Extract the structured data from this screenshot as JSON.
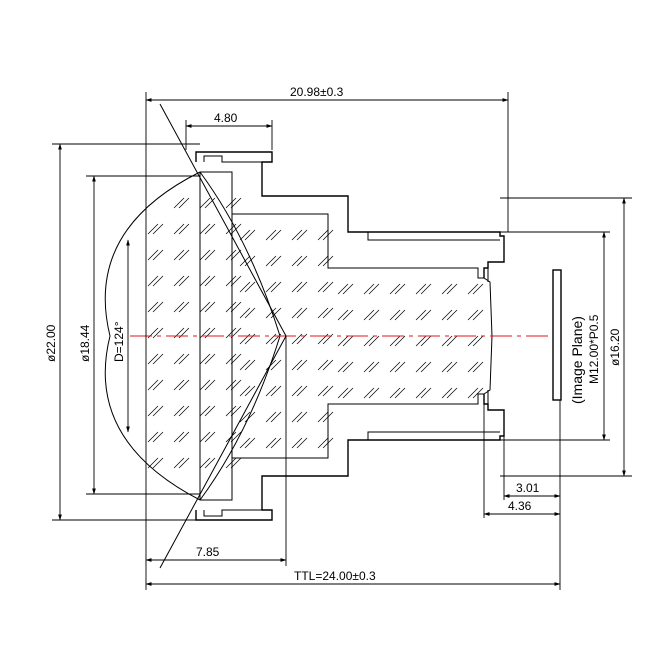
{
  "dimensions": {
    "overall_length": "20.98±0.3",
    "ttl": "TTL=24.00±0.3",
    "front_flange_width": "4.80",
    "front_to_step": "7.85",
    "back_focal_a": "3.01",
    "back_focal_b": "4.36",
    "outer_diameter": "ø22.00",
    "lens_diameter": "ø18.44",
    "thread_diameter": "ø16.20",
    "field_of_view": "D=124°",
    "thread_spec": "M12.00*P0.5",
    "image_plane": "(Image Plane)"
  },
  "colors": {
    "line": "#000000",
    "optical_axis": "#e0161b"
  }
}
